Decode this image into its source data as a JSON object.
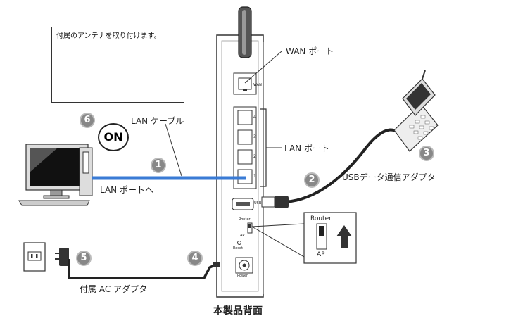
{
  "inset": {
    "caption": "付属のアンテナを取り付けます。"
  },
  "labels": {
    "wan_port": "WAN ポート",
    "lan_cable": "LAN ケーブル",
    "lan_port": "LAN ポート",
    "lan_port_to": "LAN ポートへ",
    "usb_adapter": "USBデータ通信アダプタ",
    "ac_adapter": "付属 AC アダプタ",
    "product_back": "本製品背面",
    "on": "ON"
  },
  "router_panel": {
    "wan": "WAN",
    "ports": [
      "4",
      "3",
      "2",
      "1"
    ],
    "usb": "USB",
    "switch_top": "Router",
    "switch_bottom": "AP",
    "reset": "Reset",
    "power": "Power"
  },
  "switch_zoom": {
    "top": "Router",
    "bottom": "AP"
  },
  "steps": [
    "1",
    "2",
    "3",
    "4",
    "5",
    "6"
  ],
  "colors": {
    "lan_cable": "#3a7bd5",
    "step_badge": "#888888"
  }
}
